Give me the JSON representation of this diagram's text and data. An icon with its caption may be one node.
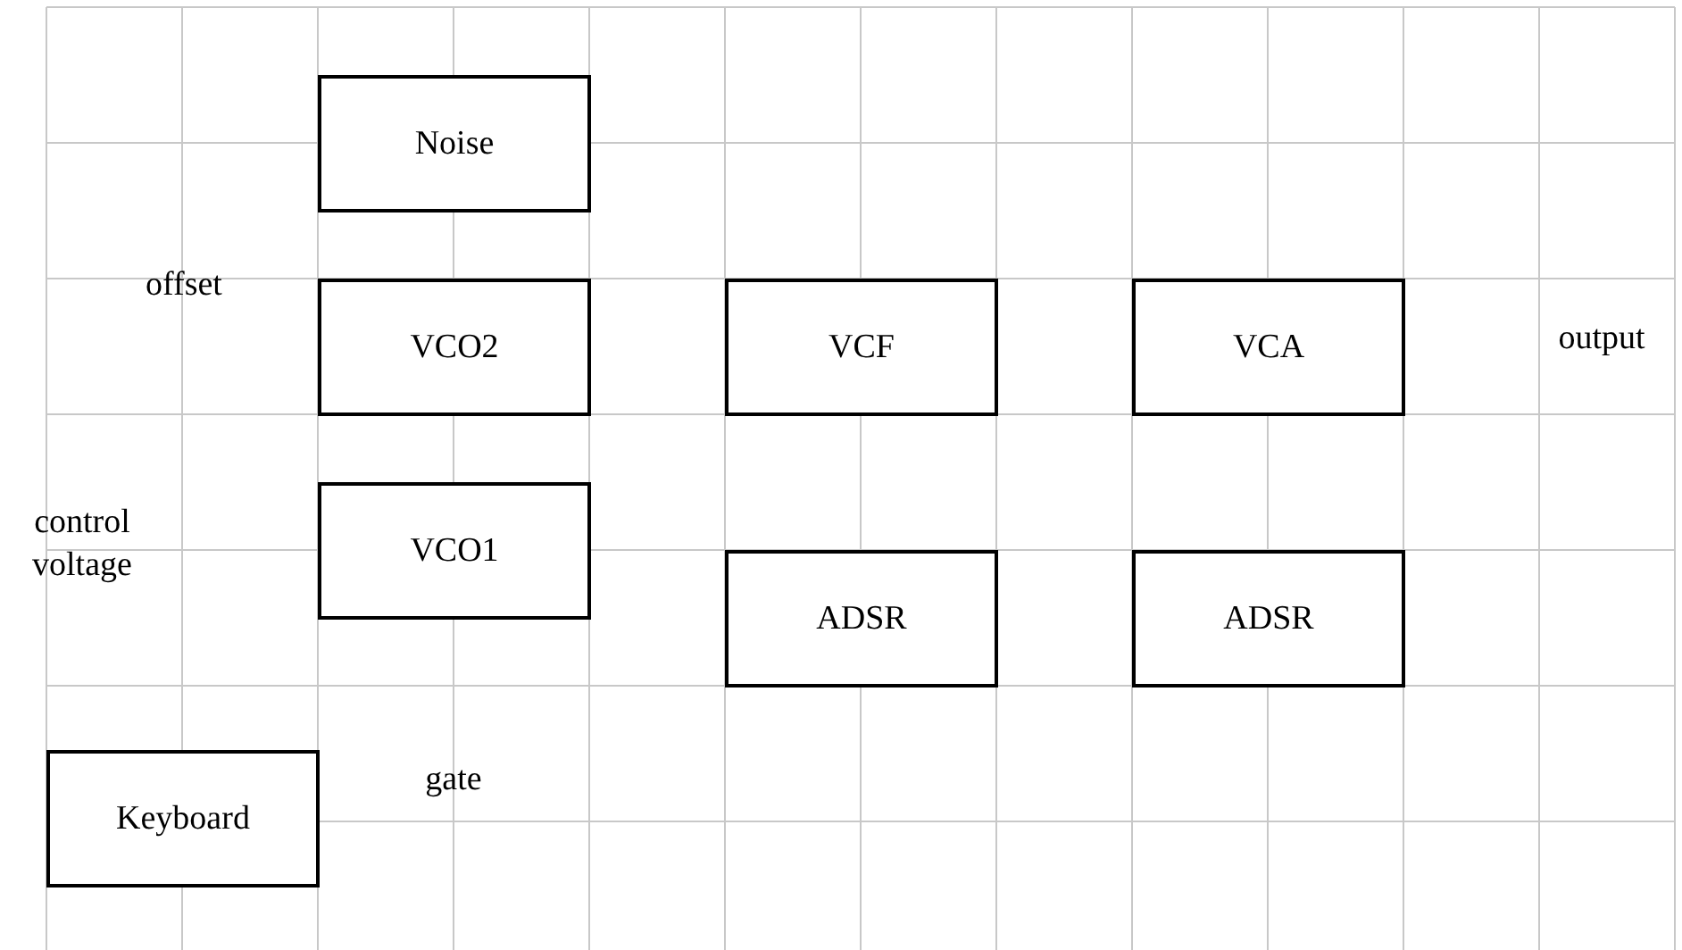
{
  "diagram": {
    "nodes": [
      {
        "text": [
          "Noise"
        ]
      },
      {
        "text": [
          "VCO2"
        ]
      },
      {
        "text": [
          "VCF"
        ]
      },
      {
        "text": [
          "VCA"
        ]
      },
      {
        "text": [
          "VCO1"
        ]
      },
      {
        "text": [
          "ADSR"
        ]
      },
      {
        "text": [
          "ADSR"
        ]
      },
      {
        "text": [
          "Keyboard"
        ]
      }
    ],
    "labels": [
      "offset",
      "output",
      "control voltage",
      "gate"
    ]
  }
}
